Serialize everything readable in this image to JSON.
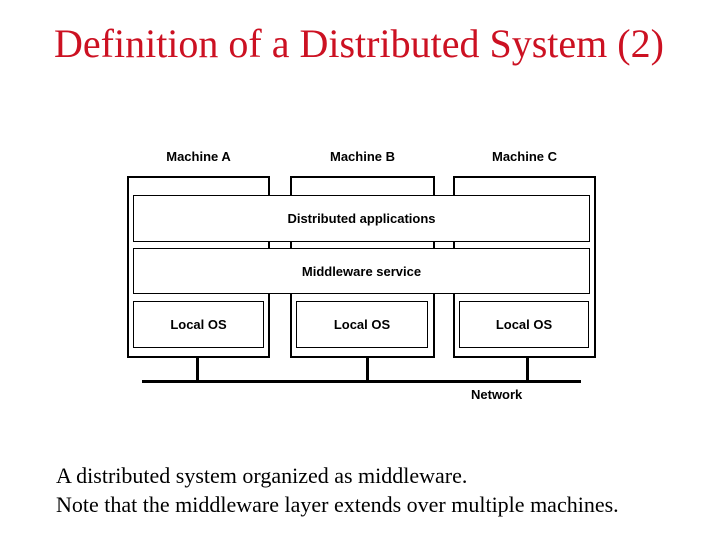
{
  "slide": {
    "title": "Definition of a Distributed System (2)",
    "caption_line1": "A distributed system organized as middleware.",
    "caption_line2": "Note that the middleware layer extends over multiple machines."
  },
  "diagram": {
    "machines": [
      {
        "label": "Machine A"
      },
      {
        "label": "Machine B"
      },
      {
        "label": "Machine C"
      }
    ],
    "layers": {
      "applications": "Distributed applications",
      "middleware": "Middleware service"
    },
    "local_os": [
      {
        "label": "Local OS"
      },
      {
        "label": "Local OS"
      },
      {
        "label": "Local OS"
      }
    ],
    "network_label": "Network"
  },
  "colors": {
    "title": "#cc1122",
    "diagram_line": "#000000",
    "text": "#000000",
    "background": "#ffffff"
  }
}
